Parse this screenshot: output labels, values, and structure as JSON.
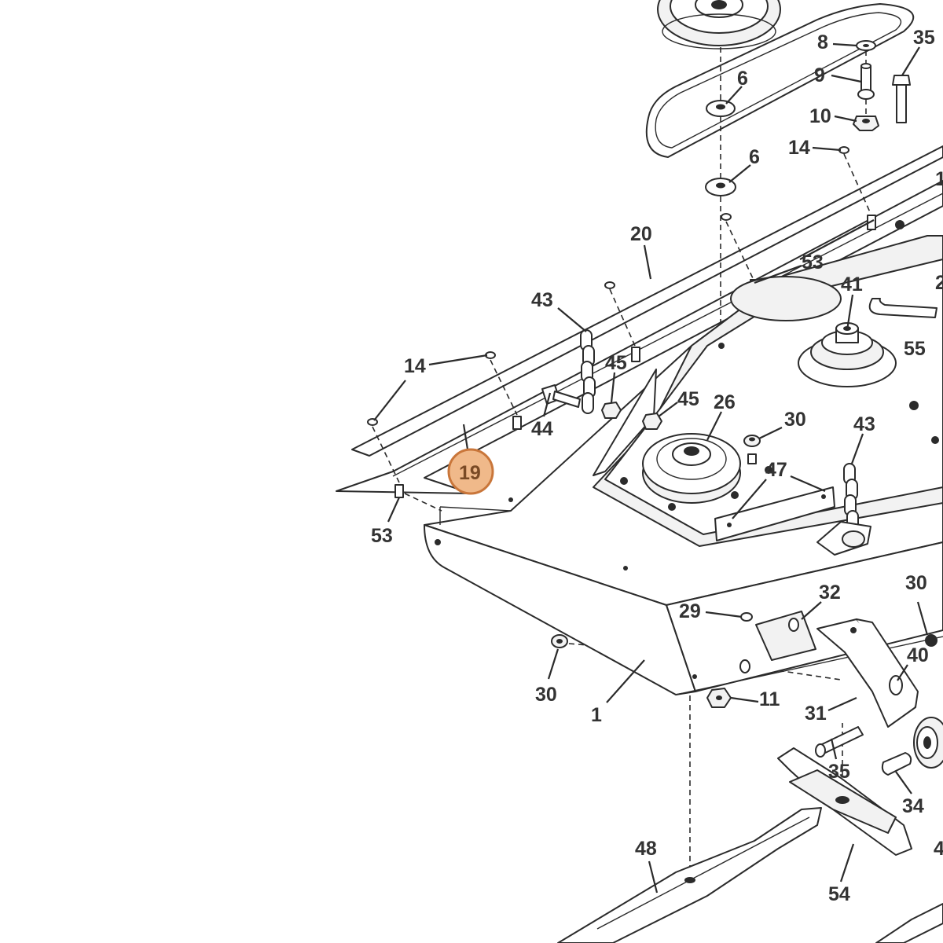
{
  "diagram": {
    "colors": {
      "line": "#2b2b2b",
      "label": "#333333",
      "highlight_fill": "#f0b98a",
      "highlight_stroke": "#c9763a"
    },
    "highlighted_part": "19",
    "callouts": [
      {
        "id": "c35a",
        "label": "35"
      },
      {
        "id": "c8",
        "label": "8"
      },
      {
        "id": "c9",
        "label": "9"
      },
      {
        "id": "c10",
        "label": "10"
      },
      {
        "id": "c6a",
        "label": "6"
      },
      {
        "id": "c6b",
        "label": "6"
      },
      {
        "id": "c14a",
        "label": "14"
      },
      {
        "id": "c20",
        "label": "20"
      },
      {
        "id": "c53a",
        "label": "53"
      },
      {
        "id": "c41",
        "label": "41"
      },
      {
        "id": "c43a",
        "label": "43"
      },
      {
        "id": "c14b",
        "label": "14"
      },
      {
        "id": "c45a",
        "label": "45"
      },
      {
        "id": "c55",
        "label": "55"
      },
      {
        "id": "c45b",
        "label": "45"
      },
      {
        "id": "c26",
        "label": "26"
      },
      {
        "id": "c44",
        "label": "44"
      },
      {
        "id": "c30a",
        "label": "30"
      },
      {
        "id": "c43b",
        "label": "43"
      },
      {
        "id": "c19",
        "label": "19"
      },
      {
        "id": "c47",
        "label": "47"
      },
      {
        "id": "c53b",
        "label": "53"
      },
      {
        "id": "c30b",
        "label": "30"
      },
      {
        "id": "c32",
        "label": "32"
      },
      {
        "id": "c29",
        "label": "29"
      },
      {
        "id": "c40",
        "label": "40"
      },
      {
        "id": "c30c",
        "label": "30"
      },
      {
        "id": "c1",
        "label": "1"
      },
      {
        "id": "c11",
        "label": "11"
      },
      {
        "id": "c31",
        "label": "31"
      },
      {
        "id": "c35b",
        "label": "35"
      },
      {
        "id": "c34",
        "label": "34"
      },
      {
        "id": "c48",
        "label": "48"
      },
      {
        "id": "c54",
        "label": "54"
      },
      {
        "id": "c1e",
        "label": "1"
      },
      {
        "id": "c2e",
        "label": "2"
      },
      {
        "id": "c4e",
        "label": "4"
      }
    ]
  }
}
